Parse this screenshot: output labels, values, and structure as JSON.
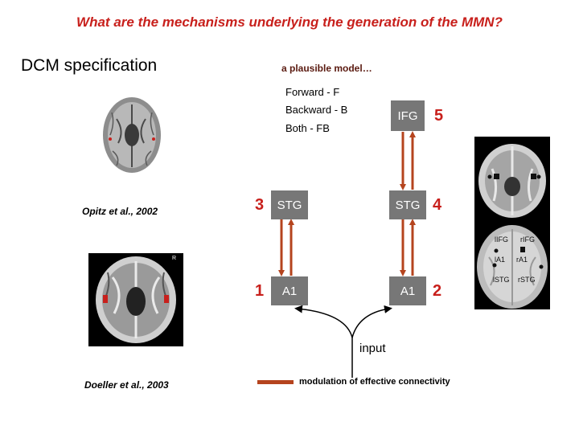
{
  "title": "What are the mechanisms underlying the generation of the MMN?",
  "heading": "DCM specification",
  "subheading": "a plausible model…",
  "connection_legend": {
    "forward": "Forward - F",
    "backward": "Backward - B",
    "both": "Both - FB"
  },
  "nodes": {
    "ifg": {
      "label": "IFG",
      "number": "5"
    },
    "stg_right": {
      "label": "STG",
      "number": "4"
    },
    "stg_left": {
      "label": "STG",
      "number": "3"
    },
    "a1_left": {
      "label": "A1",
      "number": "1"
    },
    "a1_right": {
      "label": "A1",
      "number": "2"
    }
  },
  "input_label": "input",
  "modulation_label": "modulation of effective connectivity",
  "citations": {
    "opitz": "Opitz et al., 2002",
    "doeller": "Doeller et al., 2003"
  },
  "coronal_labels": {
    "lifg": "lIFG",
    "rifg": "rIFG",
    "la1": "lA1",
    "ra1": "rA1",
    "lstg": "lSTG",
    "rstg": "rSTG"
  },
  "colors": {
    "title": "#c8201c",
    "arrow": "#b5441e",
    "node_fill": "#777777",
    "number": "#c8201c"
  }
}
